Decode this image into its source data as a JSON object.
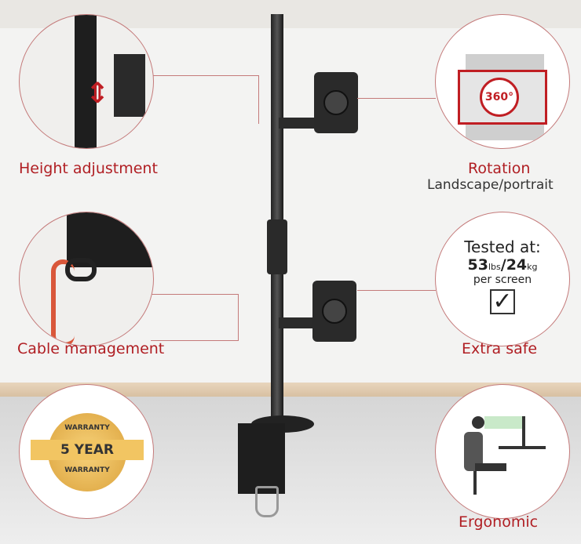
{
  "features": [
    {
      "label": "Height adjustment",
      "icon": "height-arrow-icon"
    },
    {
      "label": "Rotation",
      "sub": "Landscape/portrait",
      "badge": "360°",
      "icon": "rotation-icon"
    },
    {
      "label": "Cable management",
      "icon": "cable-clip-icon"
    },
    {
      "label": "Extra safe",
      "tested": "Tested at:",
      "lbs": "53",
      "lbs_unit": "lbs",
      "kg": "24",
      "kg_unit": "kg",
      "per": "per screen",
      "icon": "checkbox-icon"
    },
    {
      "label": "",
      "badge_top": "WARRANTY",
      "badge_mid": "5 YEAR",
      "badge_bottom": "WARRANTY",
      "icon": "warranty-badge-icon"
    },
    {
      "label": "Ergonomic",
      "icon": "ergonomic-posture-icon"
    }
  ],
  "colors": {
    "accent": "#b01e23",
    "border": "#c47a7a"
  }
}
